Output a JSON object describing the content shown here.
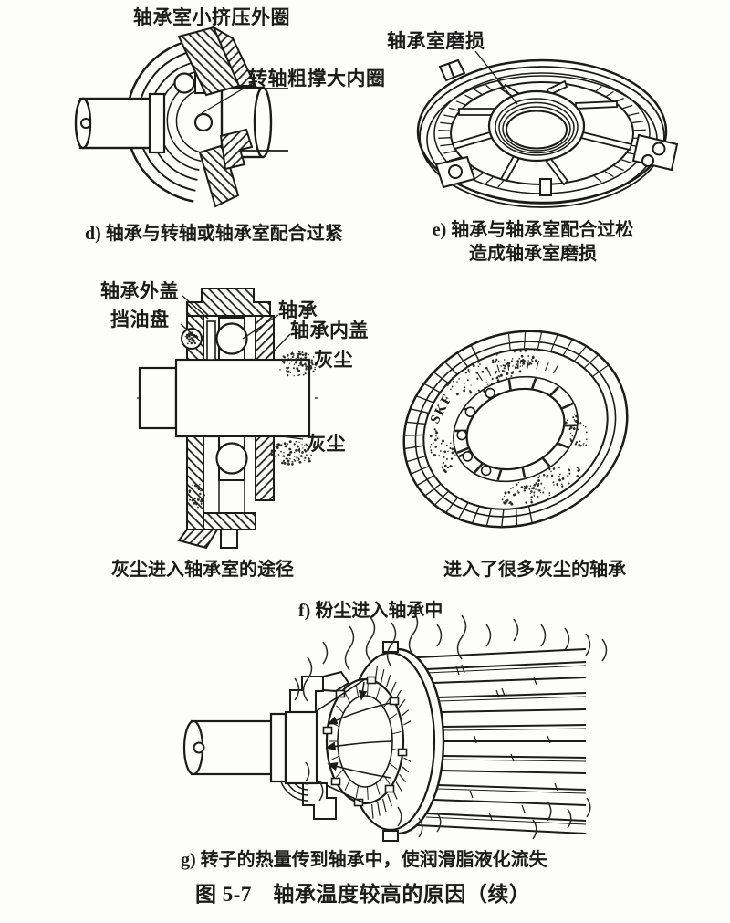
{
  "page": {
    "bg": "#fdfdfb",
    "ink": "#1b1b1b",
    "figure_caption": "图 5-7　轴承温度较高的原因（续）"
  },
  "panel_d": {
    "label_top": "轴承室小挤压外圈",
    "label_inner": "转轴粗撑大内圈",
    "caption": "d) 轴承与转轴或轴承室配合过紧"
  },
  "panel_e": {
    "label": "轴承室磨损",
    "caption_line1": "e) 轴承与轴承室配合过松",
    "caption_line2": "造成轴承室磨损"
  },
  "panel_f": {
    "label_outer_cap": "轴承外盖",
    "label_oil_slinger": "挡油盘",
    "label_bearing": "轴承",
    "label_inner_cap": "轴承内盖",
    "label_dust_upper": "灰尘",
    "label_dust_lower": "灰尘",
    "caption_left": "灰尘进入轴承室的途径",
    "caption_right": "进入了很多灰尘的轴承",
    "caption": "f) 粉尘进入轴承中",
    "bearing_marking": "SKF"
  },
  "panel_g": {
    "caption": "g) 转子的热量传到轴承中，使润滑脂液化流失"
  }
}
